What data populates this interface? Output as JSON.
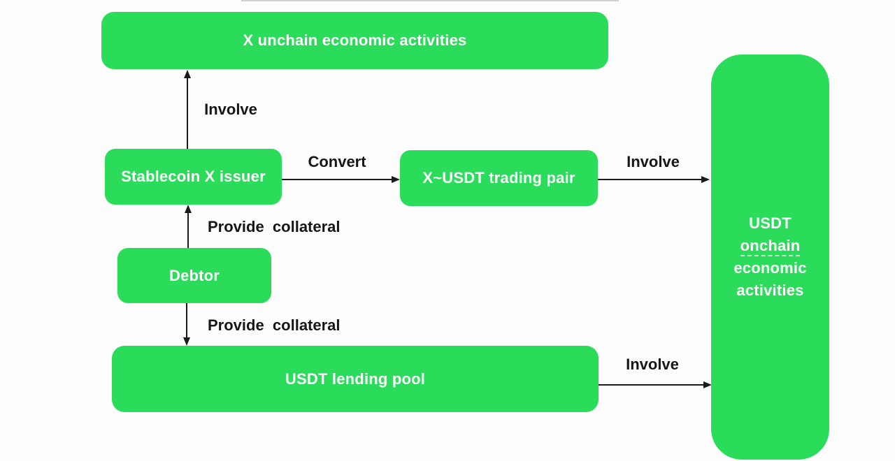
{
  "colors": {
    "box_green": "#2bdc5b",
    "box_text": "#fefefe",
    "label_text": "#161616",
    "arrow": "#1a1a1a",
    "background": "#fdfdfd"
  },
  "nodes": {
    "x_unchain": {
      "label": "X unchain economic activities"
    },
    "stablecoin_issuer": {
      "label": "Stablecoin X issuer"
    },
    "trading_pair": {
      "label": "X~USDT trading pair"
    },
    "debtor": {
      "label": "Debtor"
    },
    "lending_pool": {
      "label": "USDT lending pool"
    },
    "usdt_onchain": {
      "lines": [
        "USDT",
        "onchain",
        "economic",
        "activities"
      ]
    }
  },
  "edges": {
    "involve_top": {
      "label": "Involve"
    },
    "convert": {
      "label": "Convert"
    },
    "involve_mid": {
      "label": "Involve"
    },
    "provide_collateral_up": {
      "label": "Provide  collateral"
    },
    "provide_collateral_down": {
      "label": "Provide  collateral"
    },
    "involve_bottom": {
      "label": "Involve"
    }
  }
}
